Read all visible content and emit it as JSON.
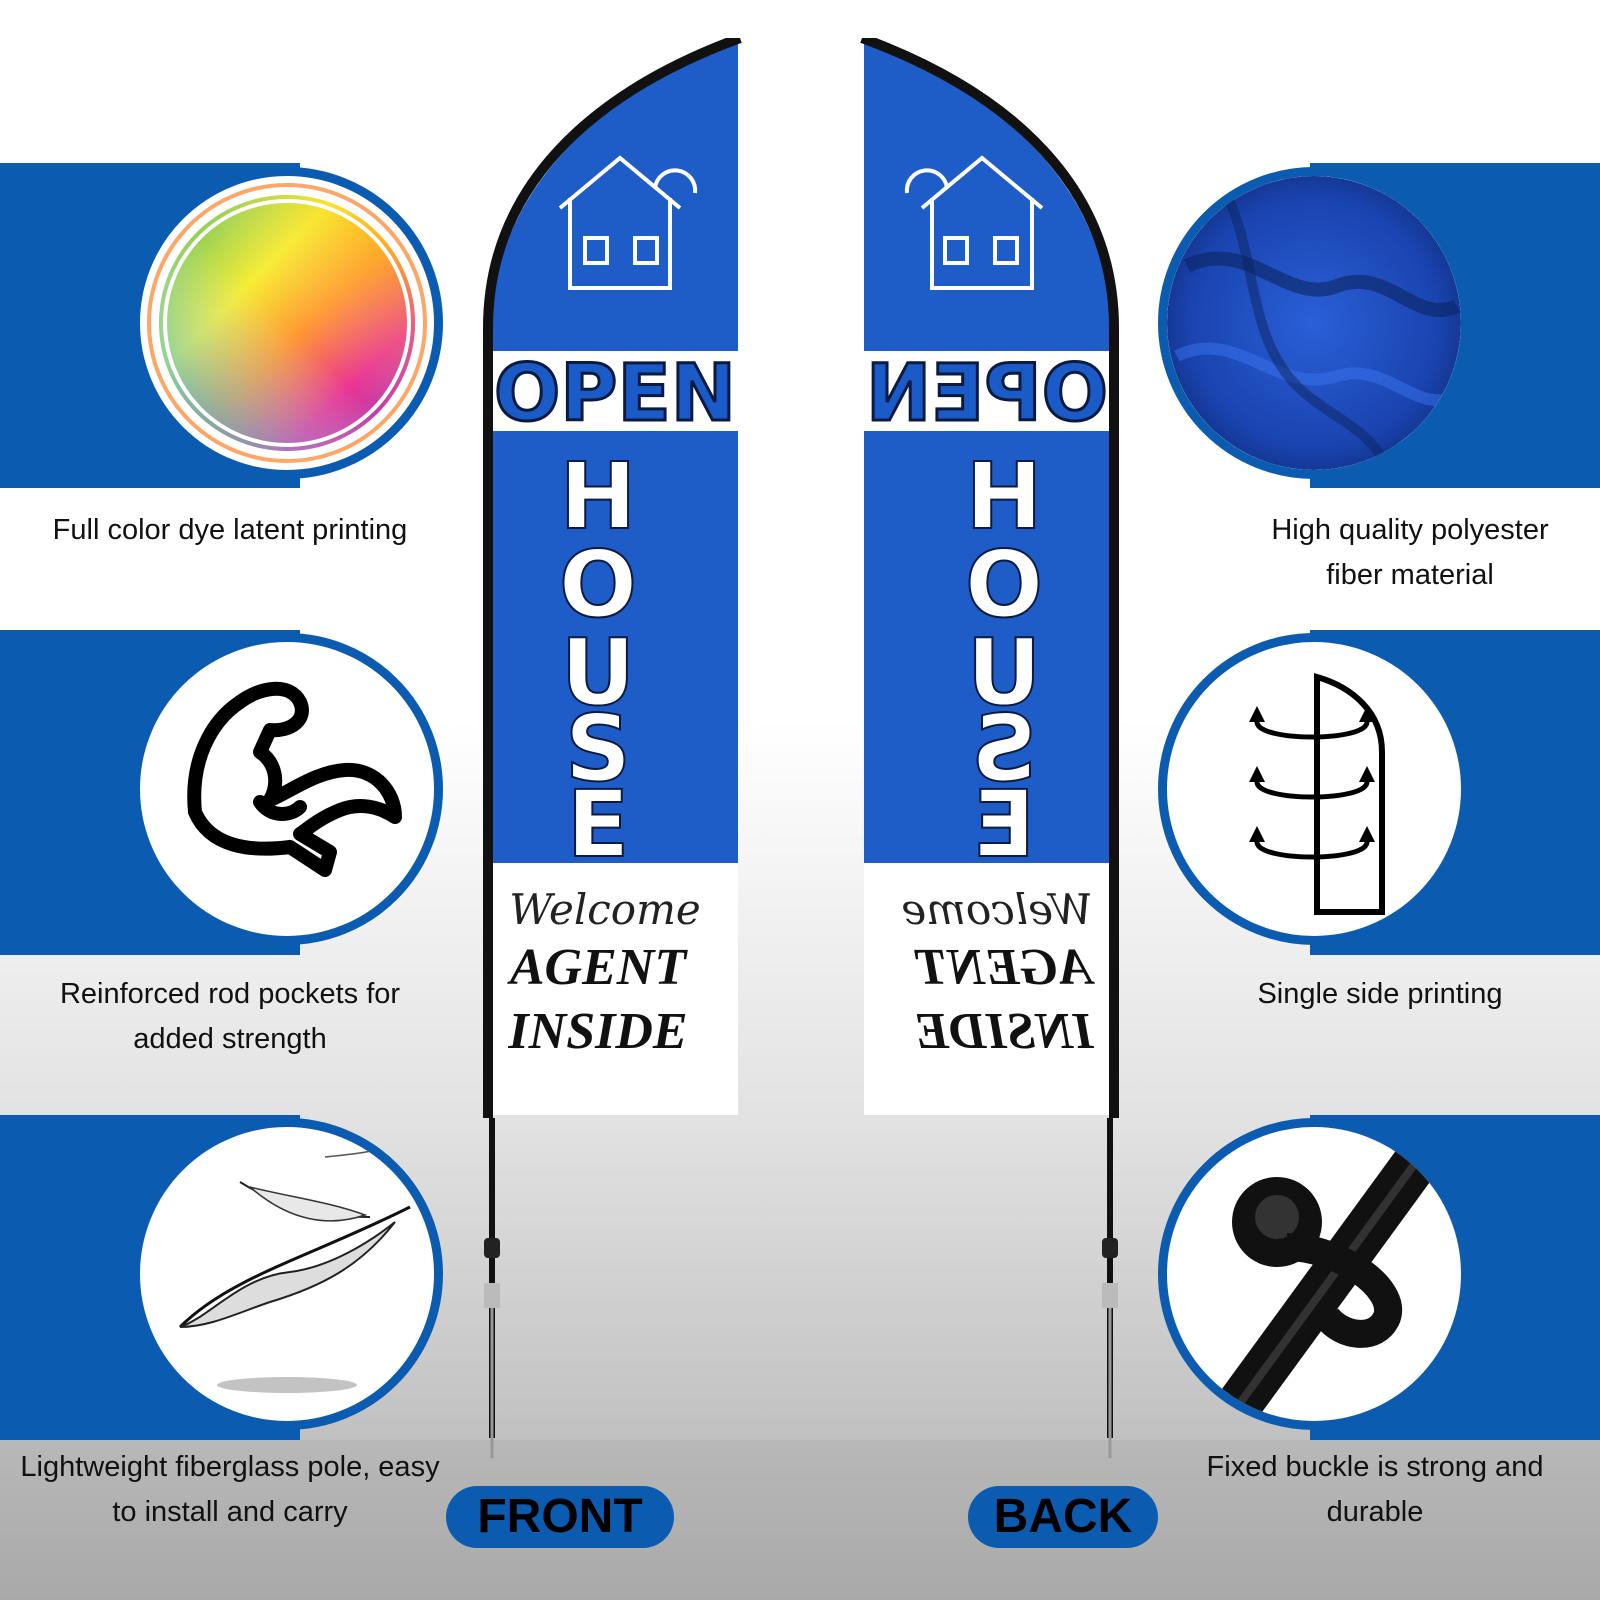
{
  "features": {
    "color_printing": "Full color dye latent printing",
    "polyester": "High quality polyester fiber material",
    "rod_pockets": "Reinforced rod pockets for added strength",
    "single_side": "Single side printing",
    "lightweight_pole": "Lightweight fiberglass pole, easy to install and carry",
    "fixed_buckle": "Fixed buckle is strong and durable"
  },
  "labels": {
    "front": "FRONT",
    "back": "BACK"
  },
  "flag": {
    "open": "OPEN",
    "house_letters": [
      "H",
      "O",
      "U",
      "S",
      "E"
    ],
    "welcome": "Welcome",
    "agent": "AGENT",
    "inside": "INSIDE"
  },
  "icons": {
    "color_wheel": "color-wheel-icon",
    "fabric": "fabric-icon",
    "muscle": "flexed-arm-icon",
    "rod_pocket": "rod-pocket-rotation-icon",
    "feathers": "feather-icon",
    "buckle": "buckle-icon"
  },
  "colors": {
    "brand_blue": "#0b5cb0",
    "flag_blue": "#1e5cc8",
    "pole": "#111111"
  }
}
